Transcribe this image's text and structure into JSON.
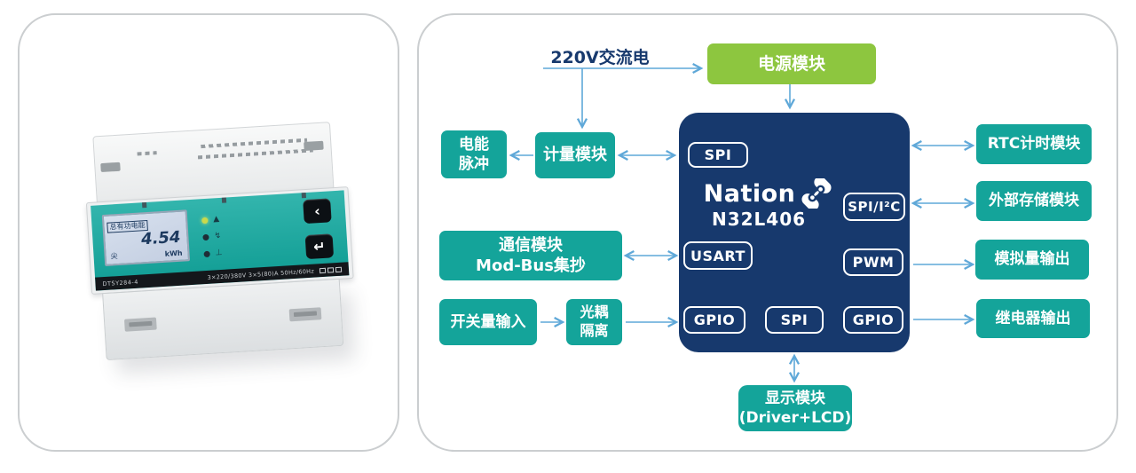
{
  "left_panel": {
    "device": {
      "lcd": {
        "header": "总有功电能",
        "value": "4.54",
        "unit": "kWh",
        "tariff": "尖"
      },
      "leds": [
        {
          "symbol": "▲"
        },
        {
          "symbol": "↯"
        },
        {
          "symbol": "⊥"
        }
      ],
      "buttons": {
        "back": "‹",
        "enter": "↵"
      },
      "strip": {
        "model": "DTSY284-4",
        "specs": "3×220/380V 3×5(80)A 50Hz/60Hz"
      }
    }
  },
  "diagram": {
    "power_input": "220V交流电",
    "power_module": "电源模块",
    "energy_pulse": "电能\n脉冲",
    "metering": "计量模块",
    "comm": "通信模块\nMod-Bus集抄",
    "switch_input": "开关量输入",
    "opto": "光耦\n隔离",
    "rtc": "RTC计时模块",
    "storage": "外部存储模块",
    "analog_out": "模拟量输出",
    "relay_out": "继电器输出",
    "display": "显示模块\n(Driver+LCD)",
    "mcu": {
      "brand": "Nation",
      "model": "N32L406",
      "ports": {
        "spi_top": "SPI",
        "spi_i2c": "SPI/I²C",
        "usart": "USART",
        "pwm": "PWM",
        "gpio_left": "GPIO",
        "spi_bottom": "SPI",
        "gpio_right": "GPIO"
      }
    }
  },
  "colors": {
    "teal": "#14a49a",
    "green": "#8dc63f",
    "navy": "#17396d",
    "arrow": "#5fa8d8"
  }
}
